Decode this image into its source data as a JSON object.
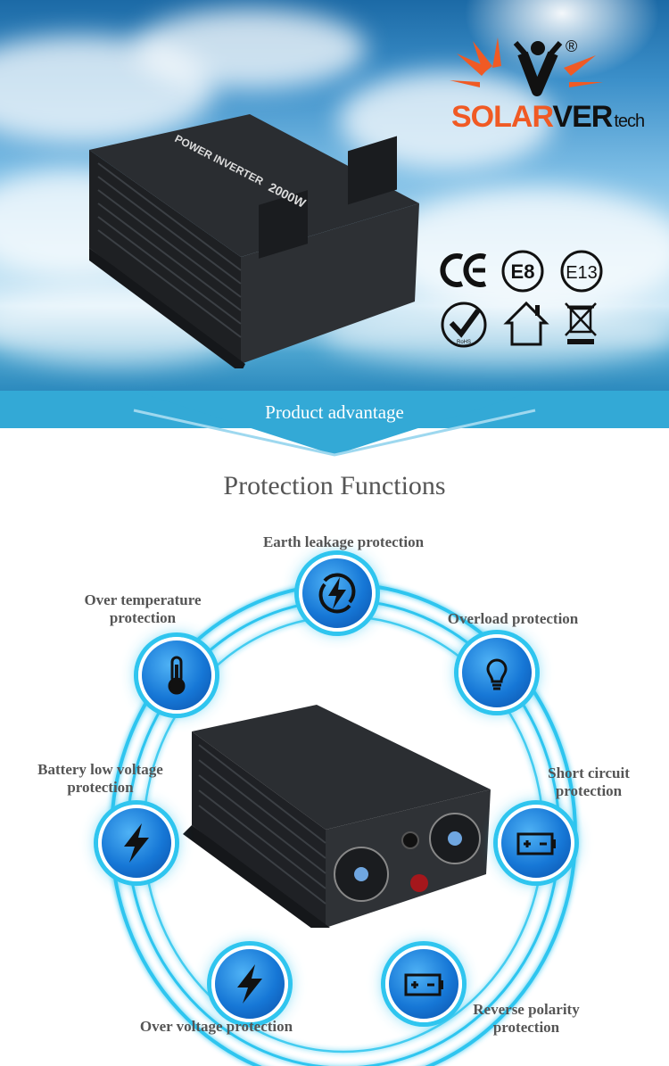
{
  "brand": {
    "name_solar": "SOLAR",
    "name_ver": "VER",
    "name_tech": "tech",
    "registered": "®",
    "colors": {
      "orange": "#f05a24",
      "dark": "#111111"
    }
  },
  "certifications": [
    {
      "label": "CE",
      "icon": "ce-mark-icon"
    },
    {
      "label": "E8",
      "icon": "e8-mark-icon"
    },
    {
      "label": "E13",
      "icon": "e13-mark-icon"
    },
    {
      "label": "RoHS",
      "icon": "rohs-check-icon"
    },
    {
      "label": "",
      "icon": "house-icon"
    },
    {
      "label": "",
      "icon": "weee-bin-icon"
    }
  ],
  "banner": {
    "label": "Product advantage",
    "color": "#33a9d6"
  },
  "section": {
    "title": "Protection Functions"
  },
  "protections": [
    {
      "label_line1": "Earth leakage protection",
      "label_line2": "",
      "icon": "earth-leakage-icon"
    },
    {
      "label_line1": "Over temperature",
      "label_line2": "protection",
      "icon": "thermometer-icon"
    },
    {
      "label_line1": "Overload protection",
      "label_line2": "",
      "icon": "lightbulb-icon"
    },
    {
      "label_line1": "Battery low voltage",
      "label_line2": "protection",
      "icon": "lightning-icon"
    },
    {
      "label_line1": "Short circuit",
      "label_line2": "protection",
      "icon": "battery-icon"
    },
    {
      "label_line1": "Over voltage protection",
      "label_line2": "",
      "icon": "lightning-icon"
    },
    {
      "label_line1": "Reverse polarity",
      "label_line2": "protection",
      "icon": "battery-icon"
    }
  ],
  "product": {
    "top_label_model": "2000W",
    "top_label_name": "POWER INVERTER"
  },
  "accent_colors": {
    "ring": "#2fc5ef",
    "bubble": "#1677d6"
  }
}
